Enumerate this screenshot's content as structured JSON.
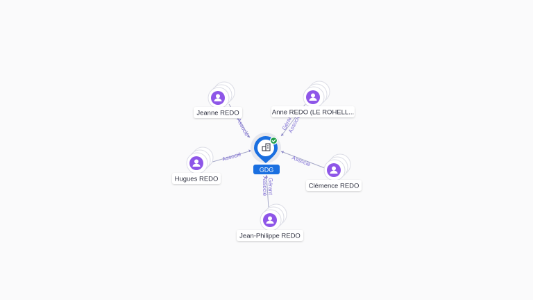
{
  "company": {
    "label": "GDG",
    "icon": "building-icon",
    "status_icon": "verified-check-icon",
    "color": "#1a6fe0"
  },
  "persons": [
    {
      "id": "jeanne",
      "name": "Jeanne REDO",
      "icon": "person-icon"
    },
    {
      "id": "anne",
      "name": "Anne REDO (LE ROHELL...",
      "icon": "person-icon"
    },
    {
      "id": "hugues",
      "name": "Hugues REDO",
      "icon": "person-icon"
    },
    {
      "id": "clemence",
      "name": "Clémence REDO",
      "icon": "person-icon"
    },
    {
      "id": "jean-philippe",
      "name": "Jean-Philippe REDO",
      "icon": "person-icon"
    }
  ],
  "relations": [
    {
      "person": "jeanne",
      "labels": [
        "Associé"
      ]
    },
    {
      "person": "anne",
      "labels": [
        "Gérant",
        "Associé"
      ]
    },
    {
      "person": "hugues",
      "labels": [
        "Associé"
      ]
    },
    {
      "person": "clemence",
      "labels": [
        "Associé"
      ]
    },
    {
      "person": "jean-philippe",
      "labels": [
        "Gérant",
        "Associé"
      ]
    }
  ],
  "colors": {
    "person": "#8e56e8",
    "edge": "#a6a9c8",
    "edge_label": "#7f6fd4"
  }
}
